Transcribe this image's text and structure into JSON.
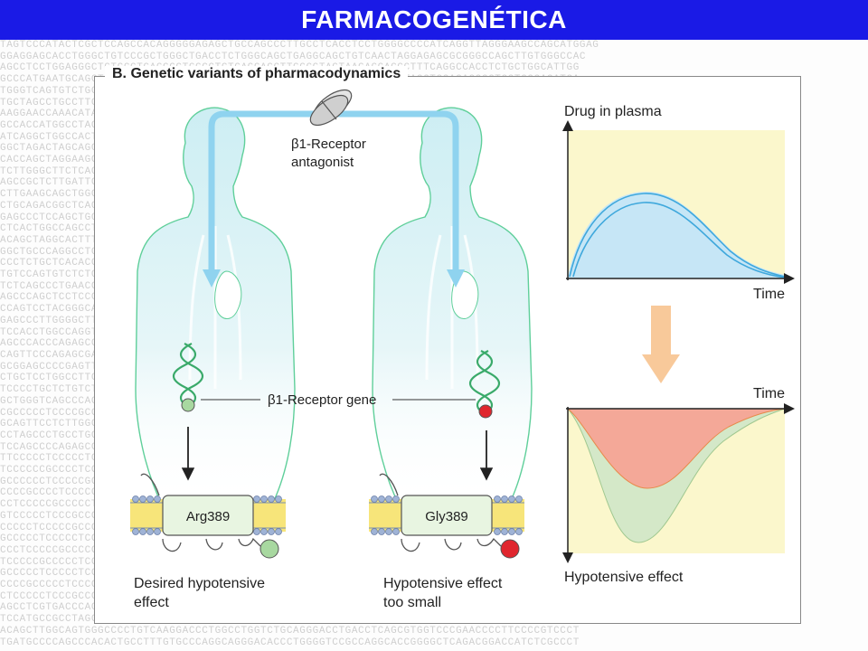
{
  "header": {
    "title": "FARMACOGENÉTICA",
    "bar_color": "#1a1ae6"
  },
  "background_sequences": [
    "TAGTCCCATACTCGCTCCAGCCACAGGGGGAGAGCTGCCAGCCCTTGCCTCACCTCCTGGGGCCCCATCAGGTTAGGGAAGCCAGCATGGAG",
    "GGAGGAGCACCTGGGCTGTCCCGCTGGGCTGACCTCTGGGCAGCTGAGGCAGCTGTCAACTAGGAGAGCGCGGGCCAGCTTGTGGGCCAC",
    "AGCCTCCTGGAGGGCTGTCCCTCAGGGCTGGCCTCTCAGGAGCTTGGCGTAGTAAGAGGACCCTTTCAGGCCACCTCTGCTGGCATTGG",
    "GCCCATGAATGCAGGTGCCTGCTGGAGGTTGTGAGGGCAAAGGCCAGGCTTGGAGGTCATGATAGCTCCAGAGGGCTGCTGGCACATGA",
    "TGGGTCAGTGTCTGGCCTAGCCTGAAATTCTTGGCAGGCTGAGAGCAATTGATTGGGACCTACAGAGGAACATCAACAGCTCCCTTCAG",
    "TGCTAGCCTGCCTTCCGTTGTCACCTGGGCAAGGTCAGAGCTGGCCTGTTCTGCTGAACAGAACCCGGAGCTGCAGGCACAGGCTCCAC",
    "AAGGAACCAAACATACGCAGTGACCTTGGCTTGTCTCGAGTGGTCACCCAGGAGAGTCTGGAGGGGCAGCAGGCTGGTCCCTGGCCATG",
    "GCCACCATGGCCTAGGAATCATTCCCAGCTAGGAGCCAATTCTCCTAGGTGGCACTCTCCAGGCTGGCTTCAACCTGTGGCACCTTGCC",
    "ATCAGGCTGGCCACTACAGCACCTCCCCTGGCACAGGCAGTGGCCCCAAGGTCTTTGCTCAGTGACCCTAGTAGGCTTGGGATTCAGTG",
    "GGCTAGACTAGCAGGAGTCCTAGGAGAGCTGCTGGCCTGCTGGAGGTCACCCCAGCTCGCCGGAGCAGCTGAGGACTGGACCCTTAGGC",
    "CACCAGCTAGGAAGCTGGGTCATGGCTCAGAGCCAGCTGGACACCTTGCAGAGCTCCCAGGGCCACACTGCAGGCCTGGGCTGGCACTT",
    "TCTTGGGCTTCTCAGGAAGACAGCCCTGGGATCTTCAGCCCTGGCTGGTGTCCCTCAGGATTGTACCAGACAGGATCCCAGGTAGGGCA",
    "AGCCGCTCTTGATTCCTCCCTGGTGAGACCAGCAGAGGCCCAGCCCTACACTGCTAGGGCTGCCTGAGGACTGGCCTGCATCCCCTGGA",
    "CTTGAAGCAGCTGGGCCCTGTGTTCCAGCCCAAGCAGAATTGGCTTTGCCCCTGCATGGGCTGAGCTCTGAGACCCCAGGGCACAGCC",
    "CTGCAGACGGCTCAGAGTGCTGACCTAGGGACCCTGCACCAGTAGGAGCCCTGAGGCCACACACACTGGCCAGACAGCTGGAGCTTCAG",
    "GAGCCCTCCAGCTGGCCAGGACTCAGGAACCACATGCACATGGAGTGAGGCCAGGAAAGCCATGGGATCATCGGGGCAGGCCACTGTGG",
    "CTCACTGGCCAGCCTGGAGGGGCCAGCACTGGGTCTGTGTGCACACACAGGCCAGCTCCTGCCTGCTTGCCTGAGGCTGGAGCAGGATC",
    "ACAGCTAGGCACTTTGGGCATCCTGGGAAAGCTCCCAAAGCCCCTGGAGATGGGGCAAGGAAGTGGATCCCCCCATGGCCCTGCTGAGC",
    "GGCTGCCCAGGCCTGGCCAGAAGACAAGCCTTTCCCTCCCTAGGGCTACCTGGGCTTGTGGCCCAGGTGCACTGCACCTTGCTGGGGCC",
    "CCCTCTGCTCACACCCTCACCAGGGCACATGCCCCTGCTCTCCCCCACAGGCCACAGAGCATGGGCATGTTGTTGGGGATGACAGGAGG",
    "TGTCCAGTGTCTCTGCCTCTGATATGGGCCCTGCCCGTCCCAGGCACTGTCAGAGGGCTGGATACTGCAGTGAGGAGGGACCTGGGCAC",
    "TCTCAGCCCTGAACCAGGGAAAGCTCCTCCCTCCAAAAAGCCCGGCAGTCTCCAGCCAGACCTGCACCCTGCTGCAGGGAGGAGCCAGGC",
    "AGCCCAGCTCCTCCCTCCAGCCTGGCTGCTTCCGTGGCCCAAGGTGCTCCAGCCTGCTGAGGAGAACCCCAAGCTGCAGTGATCCACAG",
    "CCAGTCCTACGGGCAGGGGACGAAGGCCCAGTGGCCCCTGGGCCAGGGAGGAGCCATGTGGAGCGCAGGTCCGCAGCAGCCTCCAGCCT",
    "GAGCCCTTGGGGCTTCTGGCCCAGAGCAGAATGGATAGGACCAGCAGGCTCAGCTCCTCTCTCCGAGGCCACCTCTGCCCAGGCTGGG",
    "TCCACCTGGCCAGGTCTTCCAGCTGCAGTGGACTGGGAGGATGGGCTCCCTGAGGACCCTCTCACCCCGACTCCCAGCAAGGTTTCCC",
    "AGCCCACCCAGAGCCACAGCCTGACTCTTCCAGCCTCTCTGGGCAGCAGCTCTGGGGTGAGACGAGCCTGGCCTCAGCTTCCCGCTGCC",
    "CAGTTCCCAGAGCGAGCCCAGCCTGGAGGCCCAAGAGCCGGAGTGCCCCAGGCTGCCACTGATGGAGCCCACCACCTACTCCCCCCCGG",
    "GCGGAGCCCCGAGTTGTCTCCCCGCCTCCTCTTGCAGCACCTTGGGCAGGAGCAGTCCACTCGCTAGCCCTGTCCTTGGCCAGCGTGAG",
    "CTGCTCCTGGCCTTCTTTCCCTCCCCCAGCCCCCTGTGCCCACCCTCCTCCTCAGGCTCAGCCCCTCTCCTGGGCCACCCCCAGCTCCAC",
    "TCCCCTGCTCTGTCTTCACCAGCCGGGGCAGCTGGAGGACCCGCAGAGCCCTCTCTGCCGCCTCCCTCTTTCTCTCCTTGTAGGGGGACT",
    "GCTGGGTCAGCCCAGTCCCTGCAGCGCTCCTGCTTCCCACAGCACCCAGGCCCGCCATGCCCCTCGCCCTAGGGCAGCTGGTTCCTCCC",
    "CGCCCCCTCCCCGCCCTGCCCCCTGCCCCGCCTCCCCGCCCCGCCCGCCCCCTCGCCGCCCCCGCCTCCCCGCGCTCCGTCACCGTGCT",
    "GCAGTTCCTCTTGGCCTGGCTAGAAGCTACATCCCCTTCGTCCTAGATCACCCACTCCAGCTCCTCCAGCTTCCGCCGCTGCTCCCTCG",
    "CCTAGCCCTGCCTGGCAGGTGCTGACACACAGCCAAGAGCAAGCAGATCAGGGCAGGAGGGGGTGGGCCAGCCAGGCCGACTCCCTCCC",
    "TCCAGCCCCAGAGCCCCCTGCCCCCACAGGCCCCTGCTCAGACCCACCCTCCCGCCCTCCCCTCTAGCTTCCTCGGGCCTCAGCTCTCC",
    "TTCCCCCTCCCCCTCCTCCCAGCACCCCCAGTCGTCCCCCGCTCCCCTCTCCGCCCCTCCAGCCCCTGCCCCCCTGCTCCCTCCCCCGC",
    "TCCCCCCGCCCCTCCCCGCCCCCTCCCCTCCCCGCCCCCTCCCCCCGCCCCTCCCGCCCCCTCCCCTCCCCGCCCCCCTCCCCCGCCCCT",
    "GCCCCCCTCCCCCGCCCCTCCCCCGCCCCCTCCCCTGCCCCCCTCCCCCGCCCCCTCCCCTCCGCCCCCTCCCCCGCCCCCTCCCGCCCC",
    "CCCCGCCCCTCCCCCCGCCCCCTCCCCTCCCCGCCCCTCCCCCGCCCCCTCCCCCTCCCGCCCCCTCCCCCGCCCCCTCCCCGCCCCCTC",
    "CCTCCCCCGCCCCCTCCCCCTGCCCCCCTCCCCGCCCCCTCCCCCGCCCCCTCCCCCTCCCGCCCCCTCCCCCTGCCCCCTCCCCGCCCC",
    "GTCCCCCTCCCGCCCCCTCCCCCGCCCCCTCCCCCGCCCCCTCCCCTGCCCCCTCCCCCGCCCCCTCCCCCTCCCGCCCCCTCCCCGCCC",
    "CCCCCTCCCCCGCCCCCTCCCCCTGCCCCCTCCCCCGCCCCCTCCCCTCCCGCCCCCTCCCCCGCCCCCTCCCCCTCCCGCCCCCTCCCC",
    "GCCCCCTCCCCCTCCCGCCCCCTCCCCCGCCCCCTCCCCCTCCCCCGCCCCCTCCCCCTGCCCCCTCCCCCGCCCCCTCCCCCTCCCGCC",
    "CCCTCCCCCGCCCCCTCCCCCTCCCGCCCCCTCCCCCGCCCCCTCCCCCTGCCCCCTCCCCCGCCCCCTCCCCCTCCCGCCCCCTCCCCC",
    "TCCCCCGCCCCCTCCCCCTCCCGCCCCCTCCCCCGCCCCCTCCCCCTGCCCCCTCCCCCGCCCCCTCCCCCTCCCGCCCCCTCCCCCGCC",
    "GCCCCCTCCCCCTCCCGCCCCCTCCCCCGCCCCCTCCCCCTGCCCCCTCCCCCGCCCCCTCCCCCTCCCGCCCCCTCCCCCGCCCCCTCC",
    "CCCCGCCCCCTCCCCCTCCCGCCCCCTCCCCCGCCCCCTCCCCCTGCCCCCTCCCCCGCCCCCTCCCCCTCCCGCCCCCTCCCCCGCCCC",
    "CTCCCCCTCCCGCCCCCTCCCCCGCCCCCTCCCCCTGCCCCCTCCCCCGCCCCCTCCCCCTCCCGCCCCCTCCCCCGCCCCCTCCCCCTC",
    "AGCCTCGTGACCCAGGCTCTCACTGCAGCCCCTCCACATCGCCCTCCATTTCCAGCCAGCACCTGGAGGACGGACCCTGCTCAACAAGC",
    "TCCATGCCGCCTAGCGGCCCCTTCCCTCGGCTGGGCCCAGGTCCTGCCTGCAGGCAGCTGCTCCAGTGGCTGCCCCGGCTTCAGCCCGC",
    "ACAGCTTGGCAGTGGGCCCCTGTCAAGGACCCTGGCCTGGTCTGCAGGGACCTGACCTCAGCGTGGTCCCGAACCCCTTCCCCGTCCCT",
    "TGATGCCCCAGCCCACACTGCCTTTGTGCCCAGGCAGGGACACCCTGGGGTCCGCCAGGCACCGGGGCTCAGACGGACCATCTCGCCCT"
  ],
  "figure": {
    "panel_title": "B. Genetic variants of pharmacodynamics",
    "drug_label_line1": "β1-Receptor",
    "drug_label_line2": "antagonist",
    "gene_label": "β1-Receptor gene",
    "left_variant": "Arg389",
    "right_variant": "Gly389",
    "left_caption_line1": "Desired hypotensive",
    "left_caption_line2": "effect",
    "right_caption_line1": "Hypotensive effect",
    "right_caption_line2": "too small",
    "top_chart_ylabel": "Drug in plasma",
    "top_chart_xlabel": "Time",
    "bottom_chart_xlabel": "Time",
    "bottom_chart_ylabel": "Hypotensive effect",
    "colors": {
      "body": "#c9eaf0",
      "body_outline": "#5fcf9a",
      "arrow_blue": "#8fd3ef",
      "dna_green": "#3aaa6a",
      "left_snp": "#a8d8a0",
      "right_snp": "#e0262e",
      "chart_bg": "#fbf7cc",
      "plasma_fill": "#c6e6f6",
      "effect_red": "#f4a898",
      "effect_green": "#d4e8c8",
      "down_arrow": "#f8c99a"
    }
  }
}
